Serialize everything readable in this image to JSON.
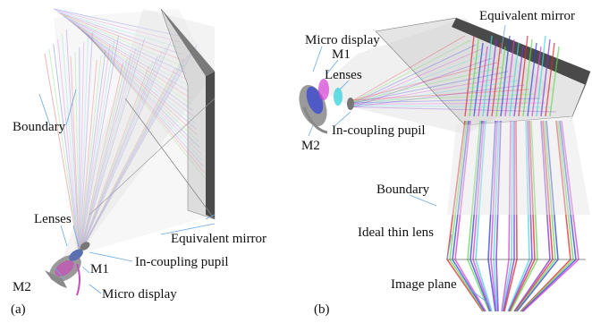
{
  "panel_a": {
    "panel_label": "(a)",
    "labels": {
      "boundary": "Boundary",
      "lenses": "Lenses",
      "equivalent_mirror": "Equivalent mirror",
      "in_coupling_pupil": "In-coupling pupil",
      "m1": "M1",
      "m2": "M2",
      "micro_display": "Micro display"
    }
  },
  "panel_b": {
    "panel_label": "(b)",
    "labels": {
      "equivalent_mirror": "Equivalent mirror",
      "micro_display": "Micro display",
      "m1": "M1",
      "lenses": "Lenses",
      "in_coupling_pupil": "In-coupling pupil",
      "m2": "M2",
      "boundary": "Boundary",
      "ideal_thin_lens": "Ideal thin lens",
      "image_plane": "Image plane"
    }
  },
  "colors": {
    "ray_red": "#e0262e",
    "ray_green": "#5ed84f",
    "ray_blue": "#2f3fd8",
    "ray_magenta": "#d43fd4",
    "ray_cyan": "#3fd6e0",
    "ray_violet": "#7a2fd0",
    "prism_dark": "#4a4a4a",
    "prism_light": "#cfcfcf",
    "leader_line": "#6aa8e0"
  }
}
